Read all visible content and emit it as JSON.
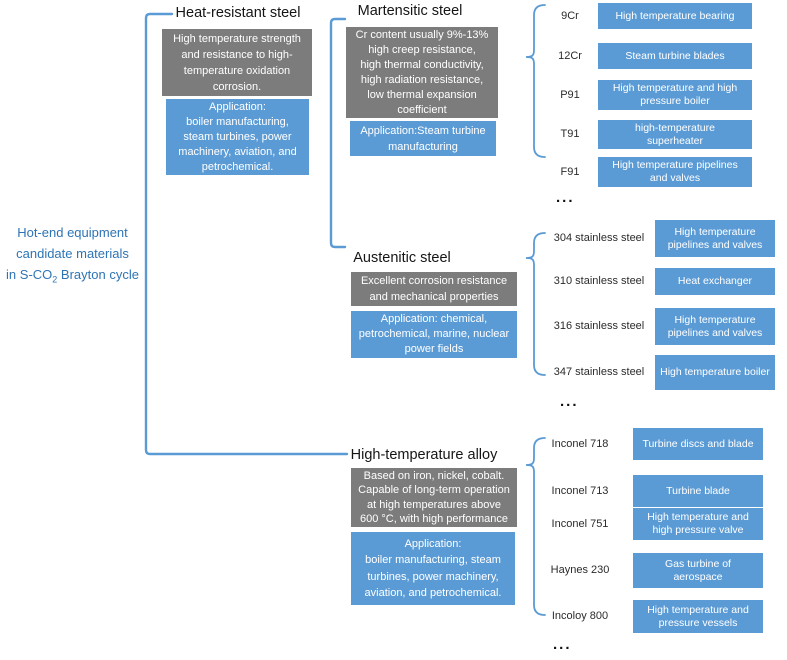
{
  "root_label": {
    "line1": "Hot-end equipment",
    "line2": "candidate materials",
    "line3_pre": "in S-CO",
    "line3_sub": "2",
    "line3_post": " Brayton cycle"
  },
  "heat_resistant": {
    "title": "Heat-resistant steel",
    "description": "High temperature strength\nand resistance to high-\ntemperature oxidation\ncorrosion.",
    "application": "Application:\nboiler manufacturing,\nsteam turbines, power\nmachinery, aviation, and\npetrochemical."
  },
  "sections": [
    {
      "title": "Martensitic steel",
      "description": "Cr content usually 9%-13%\nhigh creep resistance,\nhigh thermal conductivity,\nhigh radiation resistance,\nlow thermal expansion\ncoefficient",
      "application": "Application:Steam turbine\nmanufacturing",
      "rows": [
        {
          "grade": "9Cr",
          "use": "High temperature bearing"
        },
        {
          "grade": "12Cr",
          "use": "Steam turbine blades"
        },
        {
          "grade": "P91",
          "use": "High temperature and high\npressure boiler"
        },
        {
          "grade": "T91",
          "use": "high-temperature\nsuperheater"
        },
        {
          "grade": "F91",
          "use": "High temperature pipelines\nand valves"
        }
      ],
      "more": "..."
    },
    {
      "title": "Austenitic steel",
      "description": "Excellent corrosion resistance\nand mechanical properties",
      "application": "Application:  chemical,\npetrochemical, marine, nuclear\npower fields",
      "rows": [
        {
          "grade": "304 stainless steel",
          "use": "High temperature\npipelines and valves"
        },
        {
          "grade": "310 stainless steel",
          "use": "Heat exchanger"
        },
        {
          "grade": "316 stainless steel",
          "use": "High temperature\npipelines and valves"
        },
        {
          "grade": "347 stainless steel",
          "use": "High temperature boiler"
        }
      ],
      "more": "..."
    },
    {
      "title": "High-temperature alloy",
      "description": "Based on iron, nickel, cobalt.\nCapable of long-term operation\nat high temperatures above\n600 °C, with high performance",
      "application": "Application:\nboiler manufacturing, steam\nturbines, power machinery,\naviation, and petrochemical.",
      "rows": [
        {
          "grade": "Inconel 718",
          "use": "Turbine discs and blade"
        },
        {
          "grade": "Inconel 713",
          "use": "Turbine blade"
        },
        {
          "grade": "Inconel 751",
          "use": "High temperature and\nhigh pressure valve"
        },
        {
          "grade": "Haynes 230",
          "use": "Gas turbine of\naerospace"
        },
        {
          "grade": "Incoloy 800",
          "use": "High temperature and\npressure vessels"
        }
      ],
      "more": "..."
    }
  ],
  "colors": {
    "accent_blue": "#5b9bd5",
    "box_gray": "#7c7c7c",
    "root_text": "#2e74b5"
  }
}
